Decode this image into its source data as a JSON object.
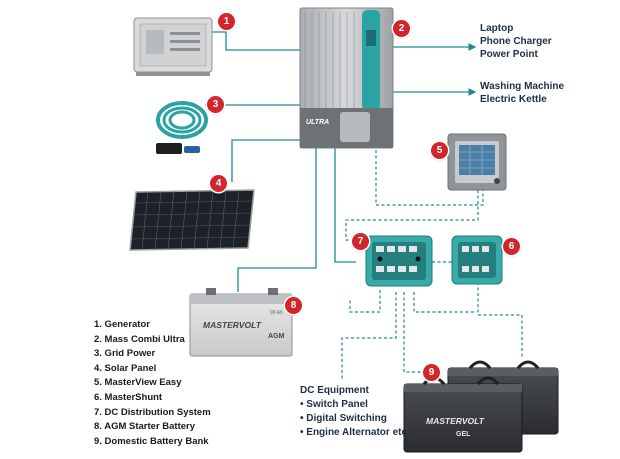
{
  "outputs": {
    "group1": [
      "Laptop",
      "Phone Charger",
      "Power Point"
    ],
    "group2": [
      "Washing Machine",
      "Electric Kettle"
    ]
  },
  "badges": [
    "1",
    "2",
    "3",
    "4",
    "5",
    "6",
    "7",
    "8",
    "9"
  ],
  "legend": [
    "1. Generator",
    "2. Mass Combi Ultra",
    "3. Grid Power",
    "4. Solar Panel",
    "5. MasterView Easy",
    "6. MasterShunt",
    "7. DC Distribution System",
    "8. AGM Starter Battery",
    "9. Domestic Battery Bank"
  ],
  "dc_equipment": {
    "title": "DC Equipment",
    "items": [
      "• Switch Panel",
      "• Digital Switching",
      "• Engine Alternator etc."
    ]
  },
  "device_labels": {
    "inverter_brand": "ULTRA",
    "starter_battery_brand": "MASTERVOLT",
    "starter_battery_type": "AGM",
    "starter_battery_capacity": "90 Ah",
    "domestic_battery_brand": "MASTERVOLT",
    "domestic_battery_type": "GEL"
  },
  "colors": {
    "wire": "#1f8a96",
    "badge": "#d1262b",
    "accent_teal": "#2aa3a3"
  }
}
